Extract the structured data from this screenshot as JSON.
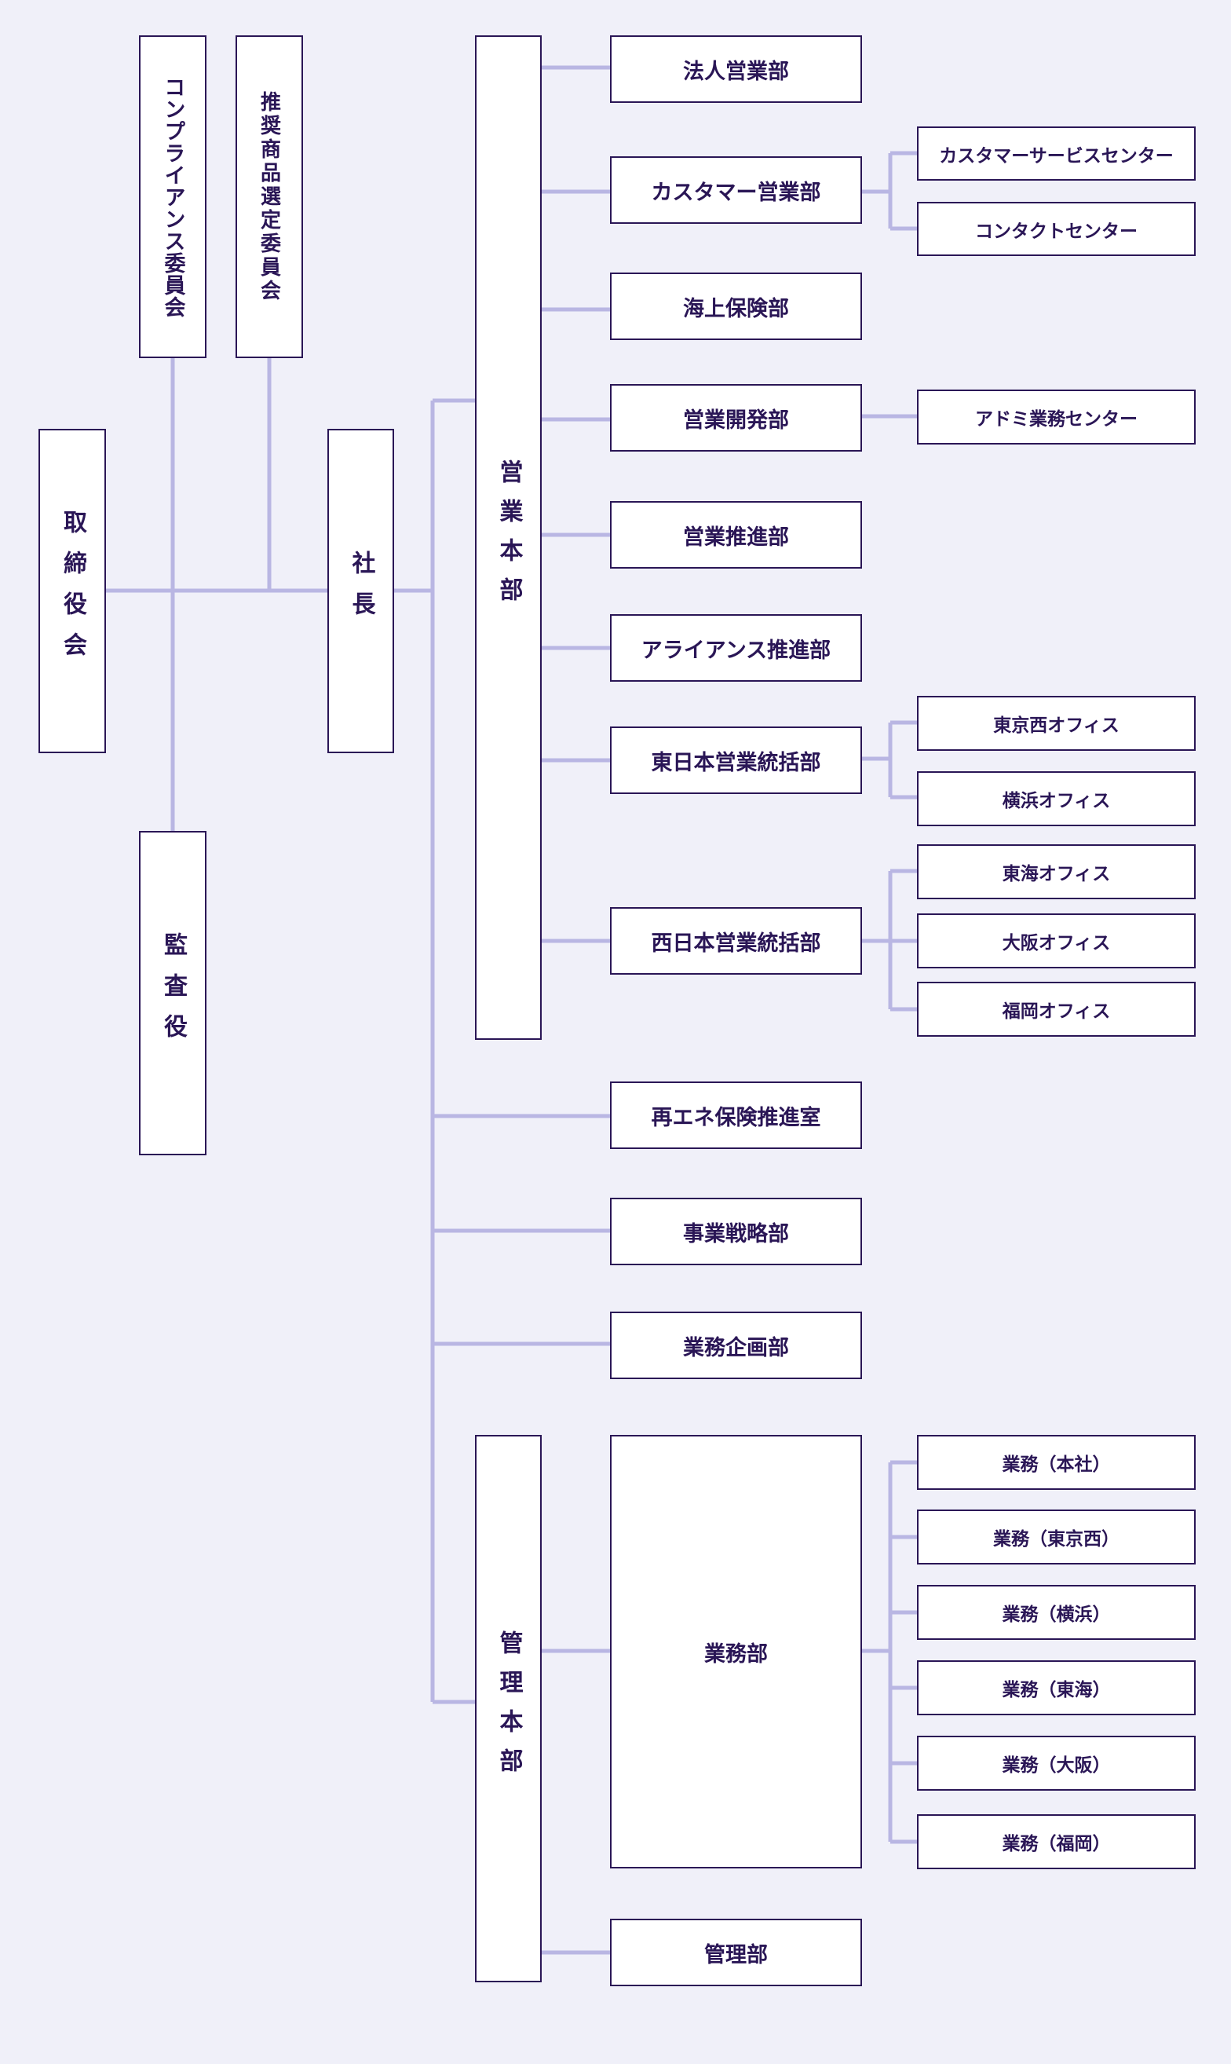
{
  "colors": {
    "background": "#f0f0f9",
    "box_border": "#2a1656",
    "connector": "#b9b6e3",
    "text": "#2a1656"
  },
  "governance": {
    "board": "取締役会",
    "compliance_committee": "コンプライアンス委員会",
    "product_committee": "推奨商品選定委員会",
    "auditor": "監査役",
    "president": "社長"
  },
  "sales_hq": {
    "label": "営業本部",
    "departments": {
      "corporate_sales": "法人営業部",
      "customer_sales": "カスタマー営業部",
      "marine": "海上保険部",
      "sales_development": "営業開発部",
      "sales_promotion": "営業推進部",
      "alliance": "アライアンス推進部",
      "east_japan": "東日本営業統括部",
      "west_japan": "西日本営業統括部"
    },
    "sub_units": {
      "customer_service_center": "カスタマーサービスセンター",
      "contact_center": "コンタクトセンター",
      "admin_center": "アドミ業務センター",
      "tokyo_west_office": "東京西オフィス",
      "yokohama_office": "横浜オフィス",
      "tokai_office": "東海オフィス",
      "osaka_office": "大阪オフィス",
      "fukuoka_office": "福岡オフィス"
    }
  },
  "direct_units": {
    "renewable": "再エネ保険推進室",
    "strategy": "事業戦略部",
    "planning": "業務企画部"
  },
  "admin_hq": {
    "label": "管理本部",
    "operations": "業務部",
    "management": "管理部",
    "operations_units": {
      "head_office": "業務（本社）",
      "tokyo_west": "業務（東京西）",
      "yokohama": "業務（横浜）",
      "tokai": "業務（東海）",
      "osaka": "業務（大阪）",
      "fukuoka": "業務（福岡）"
    }
  }
}
